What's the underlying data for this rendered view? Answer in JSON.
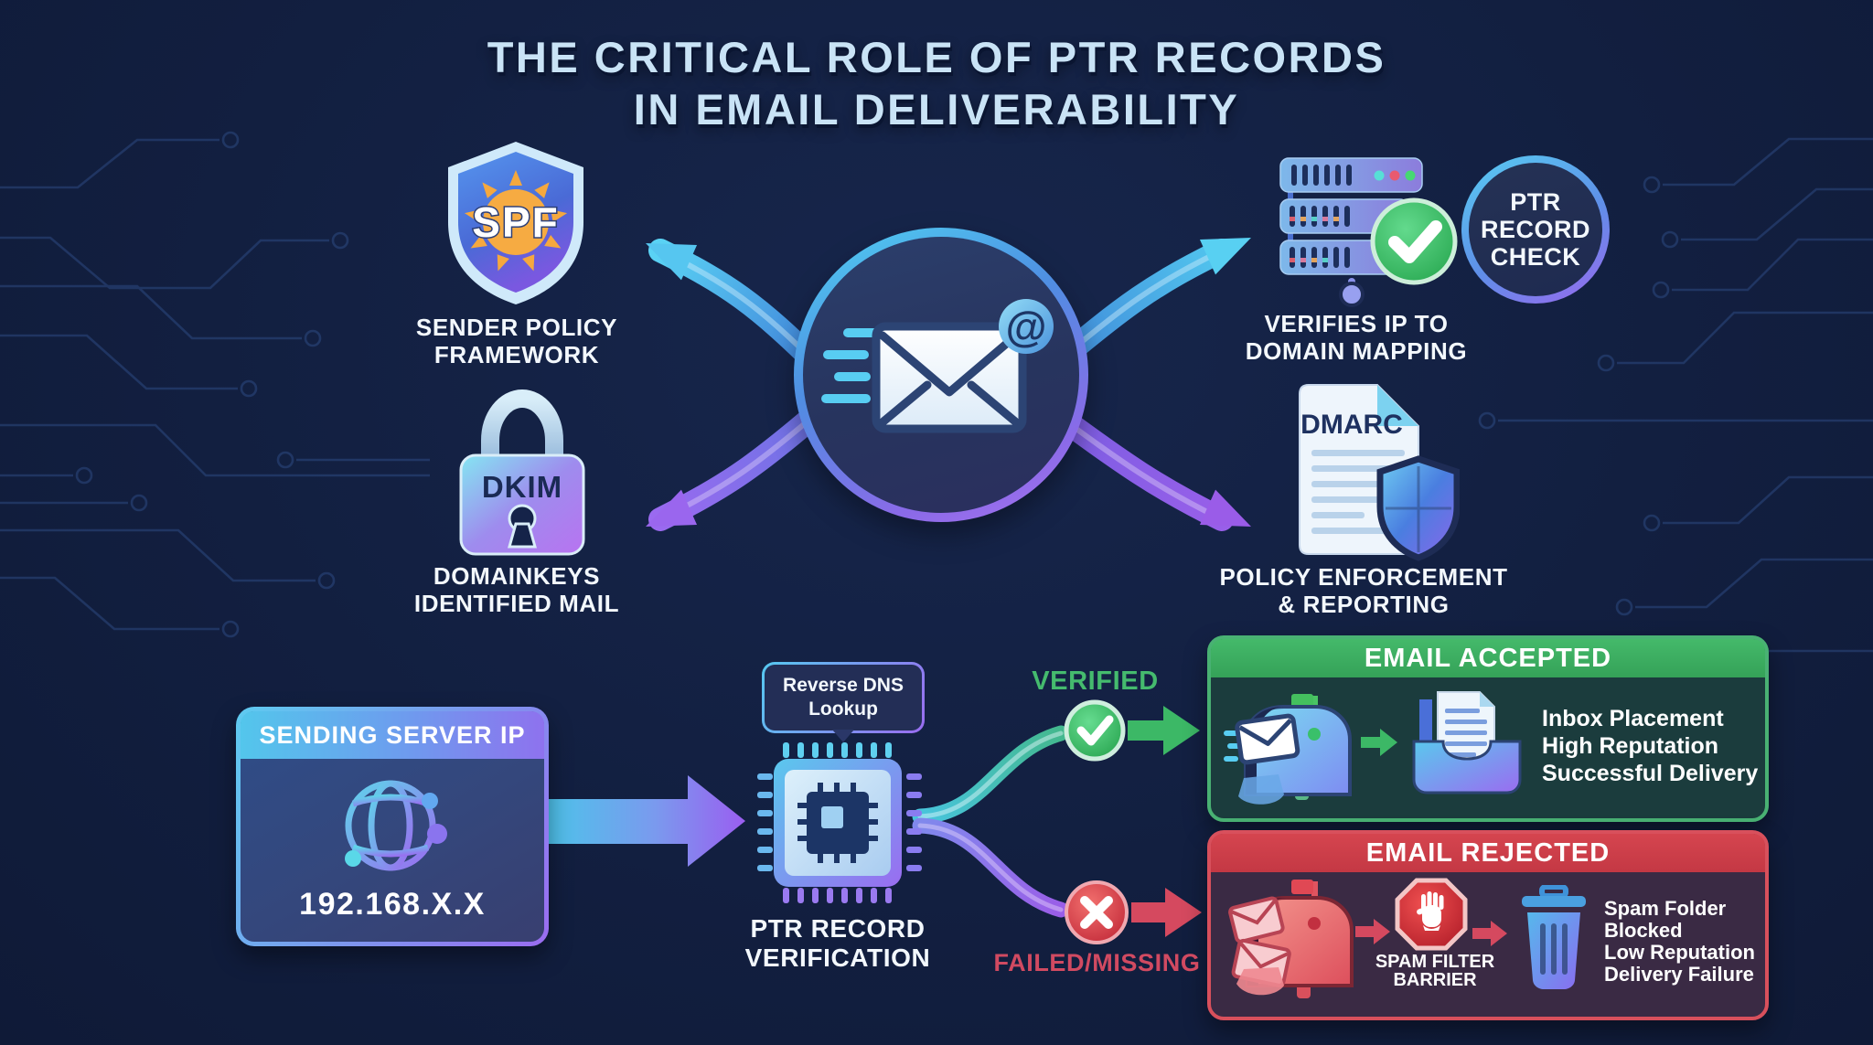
{
  "title": {
    "line1": "THE CRITICAL ROLE OF PTR RECORDS",
    "line2": "IN EMAIL DELIVERABILITY"
  },
  "center": {
    "at_symbol": "@"
  },
  "spf": {
    "badge": "SPF",
    "label1": "SENDER POLICY",
    "label2": "FRAMEWORK"
  },
  "dkim": {
    "badge": "DKIM",
    "label1": "DOMAINKEYS",
    "label2": "IDENTIFIED MAIL"
  },
  "ptr_check": {
    "badge_line1": "PTR",
    "badge_line2": "RECORD",
    "badge_line3": "CHECK",
    "label1": "VERIFIES IP TO",
    "label2": "DOMAIN MAPPING"
  },
  "dmarc": {
    "badge": "DMARC",
    "label1": "POLICY ENFORCEMENT",
    "label2": "& REPORTING"
  },
  "sending_server": {
    "title": "SENDING SERVER IP",
    "ip": "192.168.X.X"
  },
  "ptr_verification": {
    "tooltip_line1": "Reverse DNS",
    "tooltip_line2": "Lookup",
    "label1": "PTR RECORD",
    "label2": "VERIFICATION"
  },
  "outcomes": {
    "verified_label": "VERIFIED",
    "failed_label": "FAILED/MISSING",
    "accepted": {
      "title": "EMAIL ACCEPTED",
      "items": [
        "Inbox Placement",
        "High Reputation",
        "Successful Delivery"
      ]
    },
    "rejected": {
      "title": "EMAIL REJECTED",
      "barrier_line1": "SPAM FILTER",
      "barrier_line2": "BARRIER",
      "items": [
        "Spam Folder",
        "Blocked",
        "Low Reputation",
        "Delivery Failure"
      ]
    }
  },
  "colors": {
    "background": "#121f40",
    "title_text": "#c9e3f6",
    "accent_cyan": "#55d0f2",
    "accent_purple": "#9a6cf0",
    "success_green": "#3cb866",
    "error_red": "#d5495f",
    "accepted_header": "#3cab5e",
    "rejected_header": "#cc3d4a",
    "circuit_trace": "#3d63a8"
  }
}
